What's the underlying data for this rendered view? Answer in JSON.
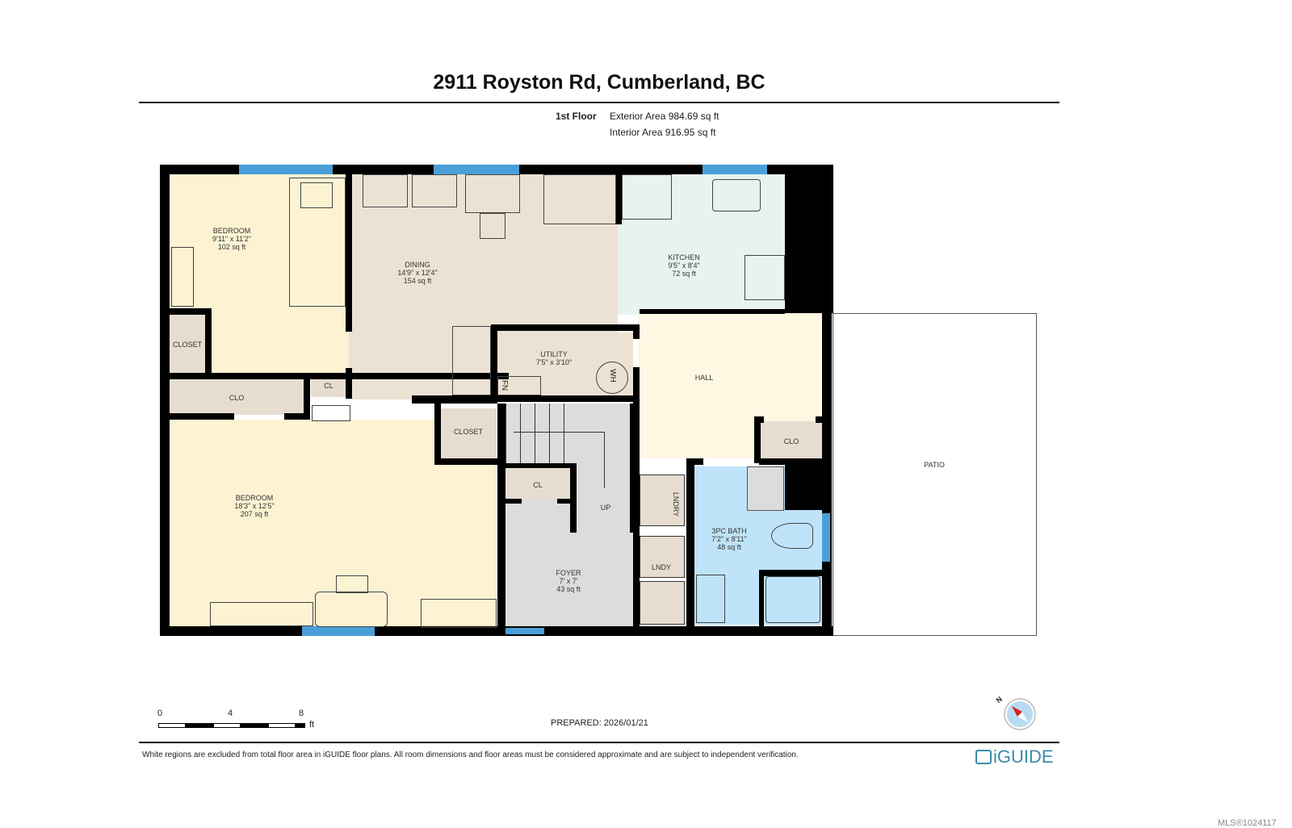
{
  "header": {
    "title": "2911 Royston Rd, Cumberland, BC",
    "floor": "1st Floor",
    "exterior_area": "Exterior Area 984.69 sq ft",
    "interior_area": "Interior Area 916.95 sq ft"
  },
  "rooms": {
    "bedroom1": {
      "name": "BEDROOM",
      "dims": "9'11\" x 11'2\"",
      "area": "102 sq ft"
    },
    "dining": {
      "name": "DINING",
      "dims": "14'9\" x 12'4\"",
      "area": "154 sq ft"
    },
    "kitchen": {
      "name": "KITCHEN",
      "dims": "9'5\" x 8'4\"",
      "area": "72 sq ft"
    },
    "utility": {
      "name": "UTILITY",
      "dims": "7'5\" x 3'10\""
    },
    "hall": {
      "name": "HALL"
    },
    "closet1": {
      "name": "CLOSET"
    },
    "clo1": {
      "name": "CLO"
    },
    "cl1": {
      "name": "CL"
    },
    "closet2": {
      "name": "CLOSET"
    },
    "clo2": {
      "name": "CLO"
    },
    "bedroom2": {
      "name": "BEDROOM",
      "dims": "18'3\" x 12'5\"",
      "area": "207 sq ft"
    },
    "cl2": {
      "name": "CL"
    },
    "stairs": {
      "name": "UP"
    },
    "foyer": {
      "name": "FOYER",
      "dims": "7' x 7'",
      "area": "43 sq ft"
    },
    "laundry1": {
      "name": "LNDRY"
    },
    "laundry2": {
      "name": "LNDY"
    },
    "bath": {
      "name": "3PC BATH",
      "dims": "7'2\" x 8'11\"",
      "area": "48 sq ft"
    },
    "patio": {
      "name": "PATIO"
    },
    "wh": "WH",
    "fn": "FN"
  },
  "scale": {
    "ticks": [
      "0",
      "4",
      "8"
    ],
    "unit": "ft"
  },
  "prepared": "PREPARED: 2026/01/21",
  "compass": {
    "north": "N"
  },
  "footer": {
    "disclaimer": "White regions are excluded from total floor area in iGUIDE floor plans. All room dimensions and floor areas must be considered approximate and are subject to independent verification.",
    "brand": "iGUIDE",
    "mls": "MLS®1024117"
  },
  "colors": {
    "bedroom": "#fdf3d3",
    "dining": "#ece2d4",
    "kitchen": "#e6f3ee",
    "hall": "#fef8e3",
    "closet": "#e6ddd0",
    "stairs": "#dcdcdc",
    "bath": "#bfe3f8",
    "window": "#4a9fd8",
    "brand": "#3a8aa8"
  }
}
